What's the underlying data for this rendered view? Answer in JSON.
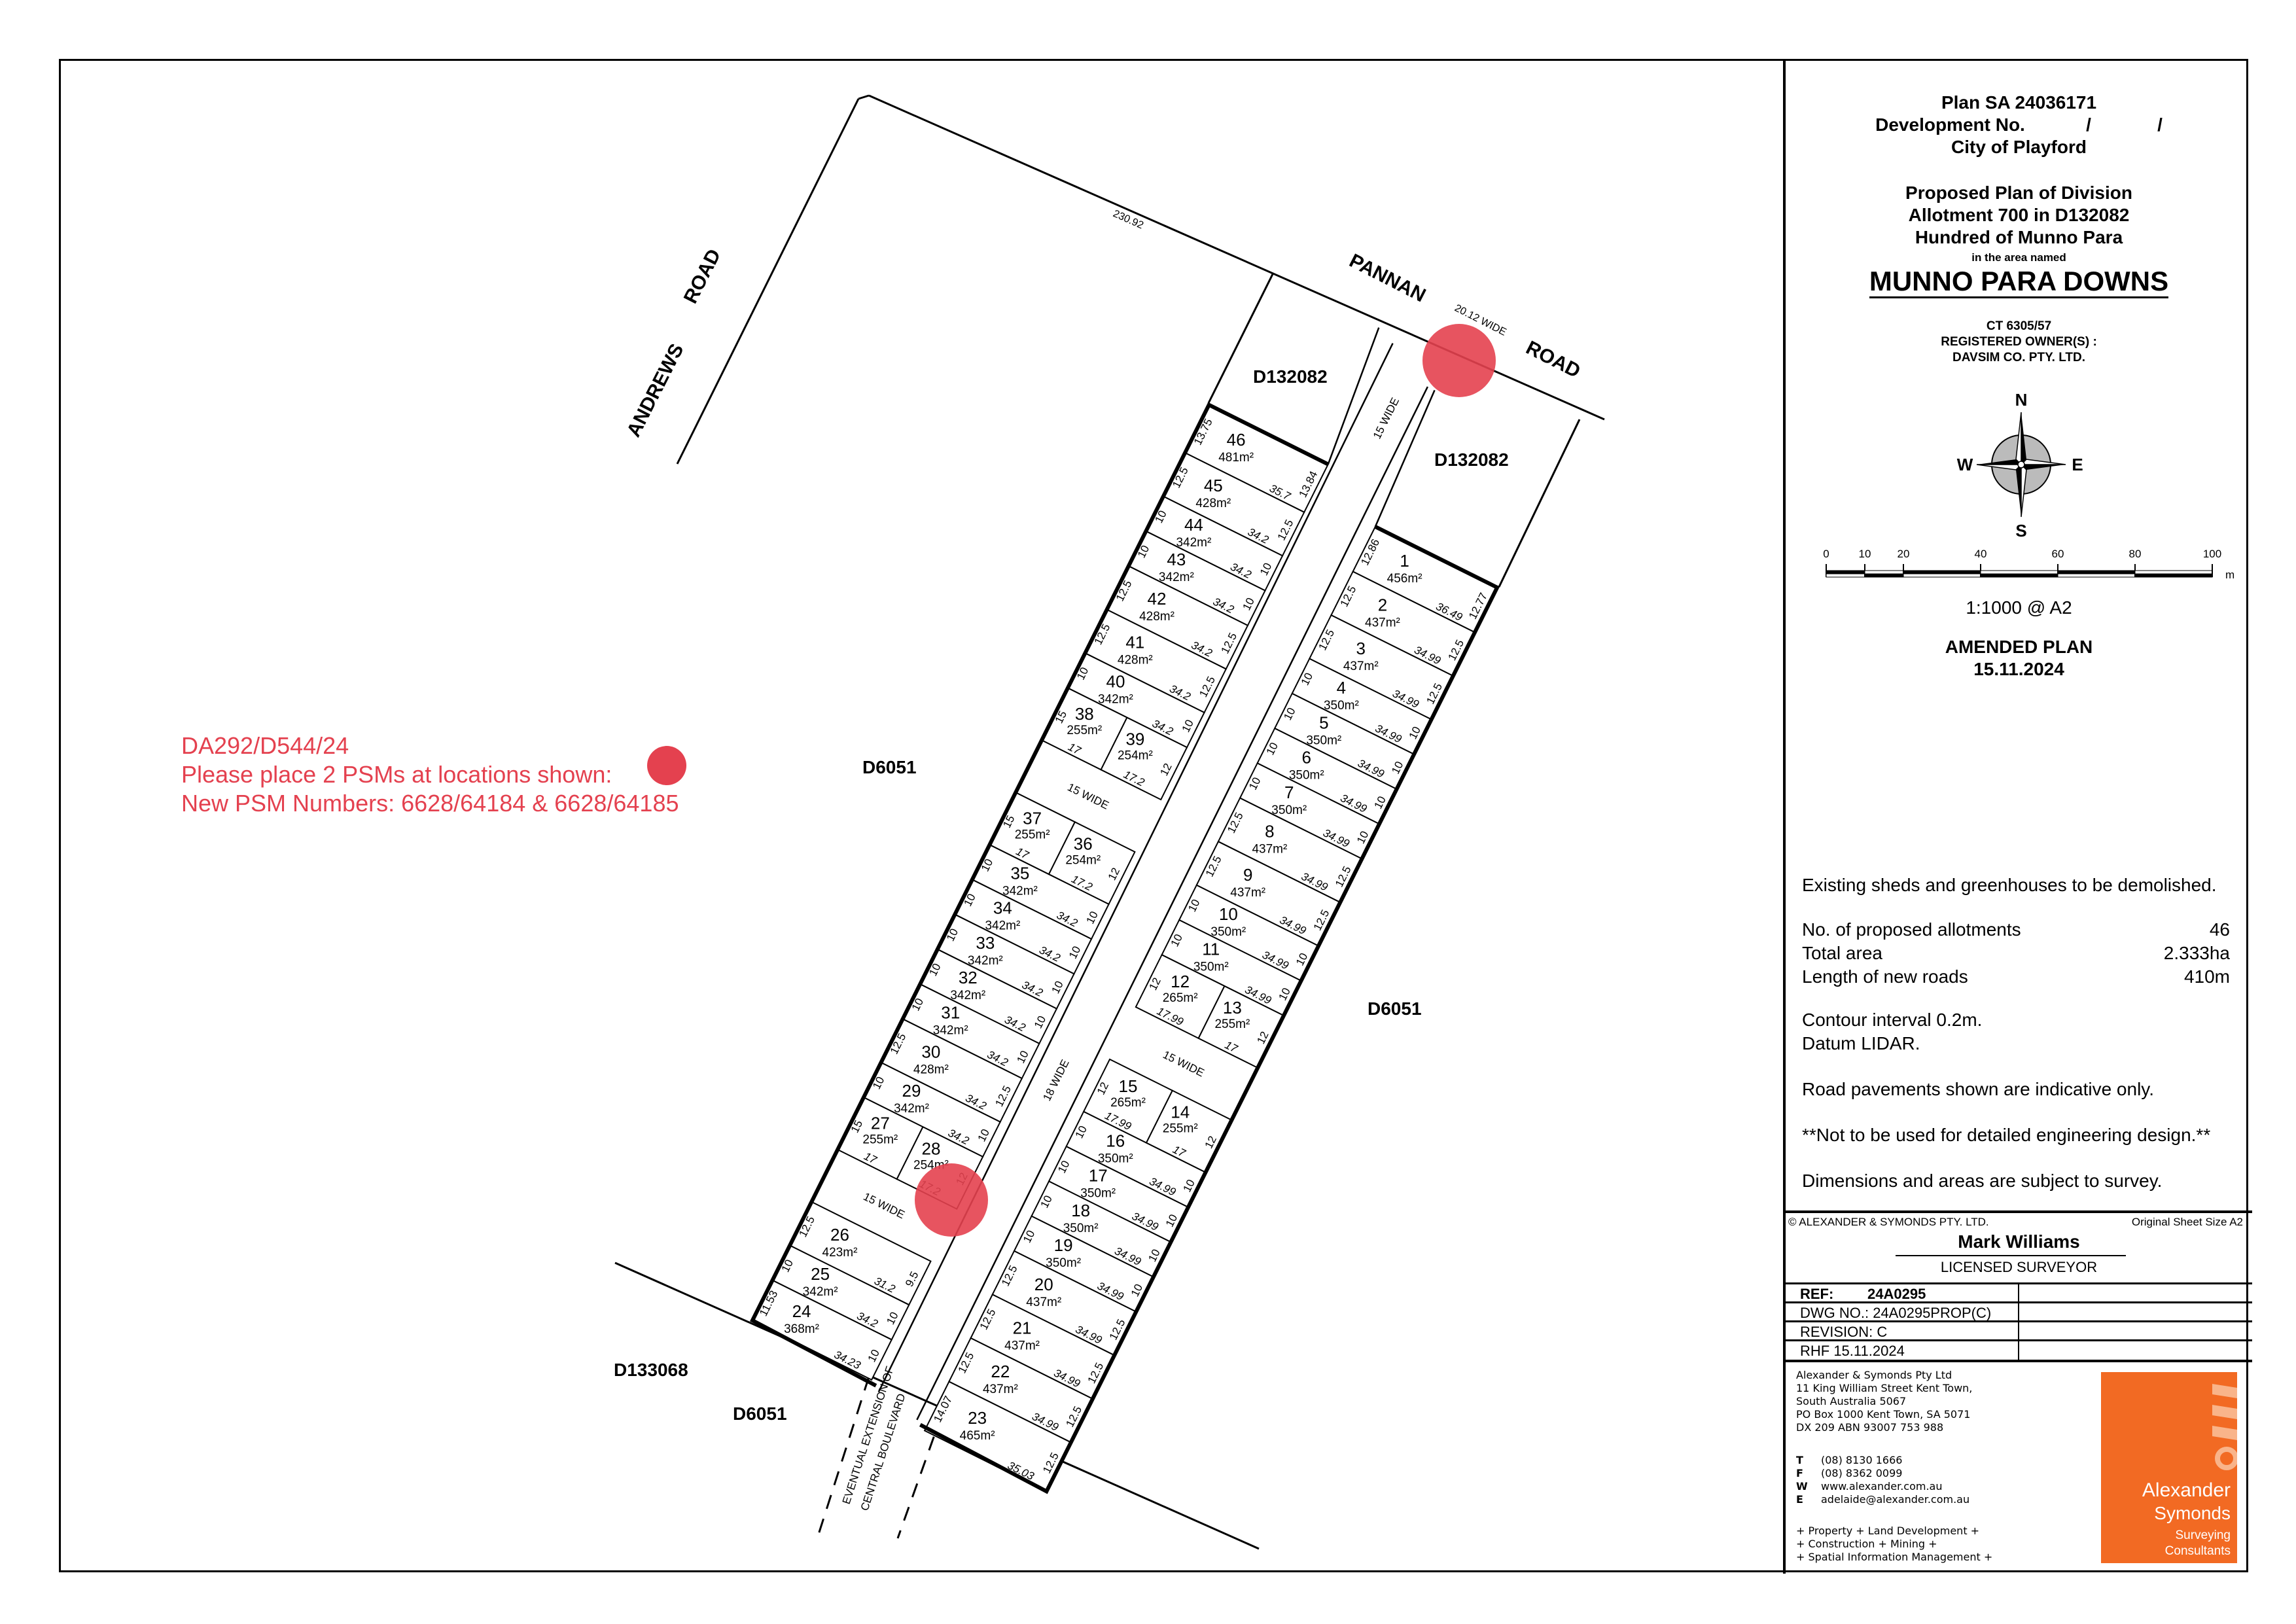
{
  "note": {
    "lines": [
      "DA292/D544/24",
      "Please place 2 PSMs at locations shown:",
      "New PSM Numbers: 6628/64184 & 6628/64185"
    ],
    "color": "#e4414f"
  },
  "plan": {
    "roads": {
      "andrews": "ANDREWS",
      "andrews_road": "ROAD",
      "pannan": "PANNAN",
      "pannan_road": "ROAD",
      "pannan_width": "20.12 WIDE",
      "north_boundary": "230.92"
    },
    "parcels": {
      "d132082_west": "D132082",
      "d132082_east": "D132082",
      "d6051_west": "D6051",
      "d6051_east": "D6051",
      "d133068": "D133068",
      "d6051_south": "D6051"
    },
    "central_road": {
      "lower": "18 WIDE",
      "upper": "15 WIDE"
    },
    "boulevard": [
      "EVENTUAL EXTENSION OF",
      "CENTRAL BOULEVARD"
    ],
    "west_depth": 34.2,
    "east_depth": 34.99,
    "west_rows": [
      {
        "w": 11.53,
        "wr": "10",
        "lots": [
          {
            "n": "24",
            "area": "368m²",
            "dl": "34.23"
          }
        ]
      },
      {
        "w": 10,
        "lots": [
          {
            "n": "25",
            "area": "342m²",
            "dl": "34.2"
          }
        ]
      },
      {
        "w": 12.5,
        "wr": "9.5",
        "lots": [
          {
            "n": "26",
            "area": "423m²",
            "dl": "31.2"
          }
        ]
      },
      {
        "w": 15,
        "road": "15 WIDE"
      },
      {
        "w": 15,
        "lots": [
          {
            "n": "27",
            "area": "255m²",
            "dl": "17",
            "d": 17
          },
          {
            "n": "28",
            "area": "254m²",
            "dl": "17.2",
            "d": 17.2
          }
        ],
        "wr": "12"
      },
      {
        "w": 10,
        "lots": [
          {
            "n": "29",
            "area": "342m²",
            "dl": "34.2"
          }
        ]
      },
      {
        "w": 12.5,
        "lots": [
          {
            "n": "30",
            "area": "428m²",
            "dl": "34.2"
          }
        ]
      },
      {
        "w": 10,
        "lots": [
          {
            "n": "31",
            "area": "342m²",
            "dl": "34.2"
          }
        ]
      },
      {
        "w": 10,
        "lots": [
          {
            "n": "32",
            "area": "342m²",
            "dl": "34.2"
          }
        ]
      },
      {
        "w": 10,
        "lots": [
          {
            "n": "33",
            "area": "342m²",
            "dl": "34.2"
          }
        ]
      },
      {
        "w": 10,
        "lots": [
          {
            "n": "34",
            "area": "342m²",
            "dl": "34.2"
          }
        ]
      },
      {
        "w": 10,
        "lots": [
          {
            "n": "35",
            "area": "342m²",
            "dl": "34.2"
          }
        ]
      },
      {
        "w": 15,
        "lots": [
          {
            "n": "37",
            "area": "255m²",
            "dl": "17",
            "d": 17
          },
          {
            "n": "36",
            "area": "254m²",
            "dl": "17.2",
            "d": 17.2
          }
        ],
        "wr": "12"
      },
      {
        "w": 15,
        "road": "15 WIDE"
      },
      {
        "w": 15,
        "lots": [
          {
            "n": "38",
            "area": "255m²",
            "dl": "17",
            "d": 17
          },
          {
            "n": "39",
            "area": "254m²",
            "dl": "17.2",
            "d": 17.2
          }
        ],
        "wr": "12"
      },
      {
        "w": 10,
        "lots": [
          {
            "n": "40",
            "area": "342m²",
            "dl": "34.2"
          }
        ]
      },
      {
        "w": 12.5,
        "lots": [
          {
            "n": "41",
            "area": "428m²",
            "dl": "34.2"
          }
        ]
      },
      {
        "w": 12.5,
        "lots": [
          {
            "n": "42",
            "area": "428m²",
            "dl": "34.2"
          }
        ]
      },
      {
        "w": 10,
        "lots": [
          {
            "n": "43",
            "area": "342m²",
            "dl": "34.2"
          }
        ]
      },
      {
        "w": 10,
        "lots": [
          {
            "n": "44",
            "area": "342m²",
            "dl": "34.2"
          }
        ]
      },
      {
        "w": 12.5,
        "lots": [
          {
            "n": "45",
            "area": "428m²",
            "dl": "34.2"
          }
        ]
      },
      {
        "w": 13.75,
        "wr": "13.84",
        "lots": [
          {
            "n": "46",
            "area": "481m²",
            "dl": "35.7"
          }
        ]
      }
    ],
    "east_rows": [
      {
        "w": 14.07,
        "wr": "12.5",
        "lots": [
          {
            "n": "23",
            "area": "465m²",
            "dl": "35.03"
          }
        ]
      },
      {
        "w": 12.5,
        "lots": [
          {
            "n": "22",
            "area": "437m²",
            "dl": "34.99"
          }
        ]
      },
      {
        "w": 12.5,
        "lots": [
          {
            "n": "21",
            "area": "437m²",
            "dl": "34.99"
          }
        ]
      },
      {
        "w": 12.5,
        "lots": [
          {
            "n": "20",
            "area": "437m²",
            "dl": "34.99"
          }
        ]
      },
      {
        "w": 10,
        "lots": [
          {
            "n": "19",
            "area": "350m²",
            "dl": "34.99"
          }
        ]
      },
      {
        "w": 10,
        "lots": [
          {
            "n": "18",
            "area": "350m²",
            "dl": "34.99"
          }
        ]
      },
      {
        "w": 10,
        "lots": [
          {
            "n": "17",
            "area": "350m²",
            "dl": "34.99"
          }
        ]
      },
      {
        "w": 10,
        "lots": [
          {
            "n": "16",
            "area": "350m²",
            "dl": "34.99"
          }
        ]
      },
      {
        "w": 15,
        "wl": "12",
        "lots": [
          {
            "n": "15",
            "area": "265m²",
            "dl": "17.99",
            "d": 17.99
          },
          {
            "n": "14",
            "area": "255m²",
            "dl": "17",
            "d": 17
          }
        ]
      },
      {
        "w": 15,
        "road": "15 WIDE"
      },
      {
        "w": 15,
        "wl": "12",
        "lots": [
          {
            "n": "12",
            "area": "265m²",
            "dl": "17.99",
            "d": 17.99
          },
          {
            "n": "13",
            "area": "255m²",
            "dl": "17",
            "d": 17
          }
        ]
      },
      {
        "w": 10,
        "lots": [
          {
            "n": "11",
            "area": "350m²",
            "dl": "34.99"
          }
        ]
      },
      {
        "w": 10,
        "lots": [
          {
            "n": "10",
            "area": "350m²",
            "dl": "34.99"
          }
        ]
      },
      {
        "w": 12.5,
        "lots": [
          {
            "n": "9",
            "area": "437m²",
            "dl": "34.99"
          }
        ]
      },
      {
        "w": 12.5,
        "lots": [
          {
            "n": "8",
            "area": "437m²",
            "dl": "34.99"
          }
        ]
      },
      {
        "w": 10,
        "lots": [
          {
            "n": "7",
            "area": "350m²",
            "dl": "34.99"
          }
        ]
      },
      {
        "w": 10,
        "lots": [
          {
            "n": "6",
            "area": "350m²",
            "dl": "34.99"
          }
        ]
      },
      {
        "w": 10,
        "lots": [
          {
            "n": "5",
            "area": "350m²",
            "dl": "34.99"
          }
        ]
      },
      {
        "w": 10,
        "lots": [
          {
            "n": "4",
            "area": "350m²",
            "dl": "34.99"
          }
        ]
      },
      {
        "w": 12.5,
        "lots": [
          {
            "n": "3",
            "area": "437m²",
            "dl": "34.99"
          }
        ]
      },
      {
        "w": 12.5,
        "lots": [
          {
            "n": "2",
            "area": "437m²",
            "dl": "34.99"
          }
        ]
      },
      {
        "w": 12.86,
        "wr": "12.77",
        "lots": [
          {
            "n": "1",
            "area": "456m²",
            "dl": "36.49"
          }
        ]
      }
    ]
  },
  "title_block": {
    "plan_no": "Plan SA 24036171",
    "development_no": "Development No.            /             /",
    "council": "City of Playford",
    "proposal": "Proposed Plan of Division",
    "allotment": "Allotment 700 in D132082",
    "hundred": "Hundred of Munno Para",
    "area_named": "in the area named",
    "suburb": "MUNNO PARA DOWNS",
    "ct": "CT 6305/57",
    "owner_label": "REGISTERED OWNER(S) :",
    "owner": "DAVSIM CO. PTY. LTD.",
    "compass": {
      "n": "N",
      "s": "S",
      "e": "E",
      "w": "W"
    },
    "scale_ticks": [
      "0",
      "10",
      "20",
      "40",
      "60",
      "80",
      "100"
    ],
    "scale_unit": "m",
    "scale": "1:1000 @ A2",
    "amended": "AMENDED PLAN",
    "amended_date": "15.11.2024"
  },
  "notes": {
    "demolish": "Existing sheds and greenhouses to be demolished.",
    "stats": [
      {
        "label": "No. of proposed allotments",
        "value": "46"
      },
      {
        "label": "Total area",
        "value": "2.333ha"
      },
      {
        "label": "Length of new roads",
        "value": "410m"
      }
    ],
    "contour": "Contour interval 0.2m.",
    "datum": "Datum LIDAR.",
    "pavements": "Road pavements shown are indicative only.",
    "not_for_design": "**Not to be used for detailed engineering design.**",
    "survey": "Dimensions and areas are subject to survey."
  },
  "surveyor": {
    "copyright": "© ALEXANDER & SYMONDS PTY. LTD.",
    "sheet_size": "Original Sheet Size A2",
    "name": "Mark Williams",
    "title": "LICENSED SURVEYOR",
    "ref_label": "REF:",
    "ref": "24A0295",
    "dwg": "DWG NO.:  24A0295PROP(C)",
    "revision": "REVISION: C",
    "rhf": "RHF 15.11.2024"
  },
  "company": {
    "address": [
      "Alexander & Symonds Pty Ltd",
      "11 King William Street Kent Town,",
      "South Australia 5067",
      "PO Box 1000 Kent Town, SA 5071",
      "DX 209    ABN 93007 753 988"
    ],
    "contacts": [
      {
        "k": "T",
        "v": "(08) 8130 1666"
      },
      {
        "k": "F",
        "v": "(08) 8362 0099"
      },
      {
        "k": "W",
        "v": "www.alexander.com.au"
      },
      {
        "k": "E",
        "v": "adelaide@alexander.com.au"
      }
    ],
    "services": [
      "+ Property + Land Development +",
      "+ Construction + Mining +",
      "+ Spatial Information Management +"
    ],
    "logo": {
      "line1": "Alexander",
      "line2": "Symonds",
      "line3": "Surveying",
      "line4": "Consultants",
      "color": "#f26a23"
    }
  }
}
